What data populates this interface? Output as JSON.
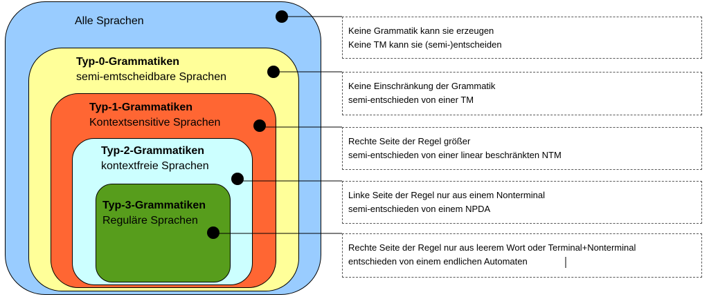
{
  "colors": {
    "level_0": "#99ccff",
    "level_1": "#ffff99",
    "level_2": "#ff6633",
    "level_3": "#ccffff",
    "level_4": "#579d1c"
  },
  "levels": [
    {
      "title": "Alle Sprachen",
      "subtitle": "",
      "description": [
        "Keine Grammatik kann sie erzeugen",
        "Keine TM kann sie (semi-)entscheiden"
      ]
    },
    {
      "title": "Typ-0-Grammatiken",
      "subtitle": "semi-emtscheidbare Sprachen",
      "description": [
        "Keine Einschränkung der Grammatik",
        "semi-entschieden von einer TM"
      ]
    },
    {
      "title": "Typ-1-Grammatiken",
      "subtitle": "Kontextsensitive Sprachen",
      "description": [
        "Rechte Seite der Regel größer",
        "semi-entschieden von einer linear beschränkten NTM"
      ]
    },
    {
      "title": "Typ-2-Grammatiken",
      "subtitle": "kontextfreie Sprachen",
      "description": [
        "Linke Seite der Regel nur aus einem Nonterminal",
        "semi-entschieden von einem NPDA"
      ]
    },
    {
      "title": "Typ-3-Grammatiken",
      "subtitle": "Reguläre Sprachen",
      "description": [
        "Rechte Seite der Regel nur aus leerem Wort oder Terminal+Nonterminal",
        "entschieden von einem endlichen Automaten"
      ]
    }
  ]
}
